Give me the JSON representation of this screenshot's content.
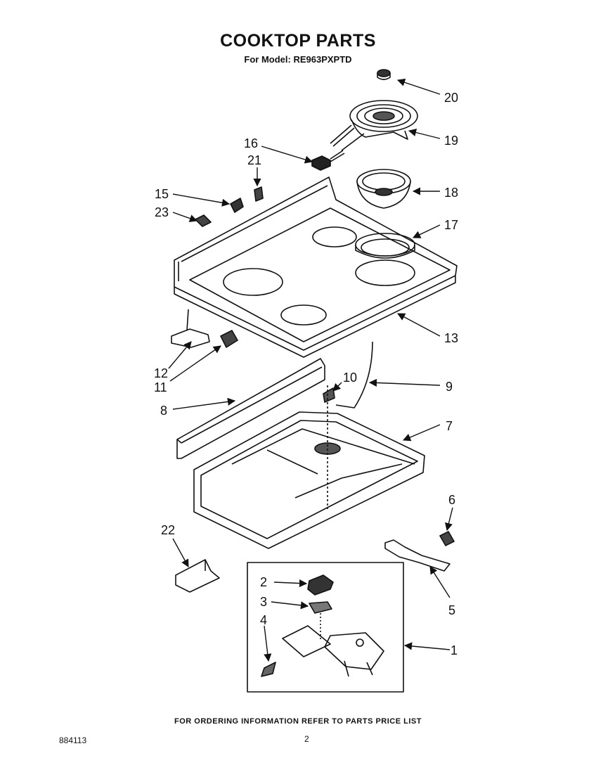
{
  "header": {
    "title": "COOKTOP PARTS",
    "subtitle": "For Model: RE963PXPTD"
  },
  "callouts": [
    {
      "id": "c20",
      "label": "20"
    },
    {
      "id": "c19",
      "label": "19"
    },
    {
      "id": "c16",
      "label": "16"
    },
    {
      "id": "c21",
      "label": "21"
    },
    {
      "id": "c18",
      "label": "18"
    },
    {
      "id": "c15",
      "label": "15"
    },
    {
      "id": "c23",
      "label": "23"
    },
    {
      "id": "c17",
      "label": "17"
    },
    {
      "id": "c13",
      "label": "13"
    },
    {
      "id": "c12",
      "label": "12"
    },
    {
      "id": "c11",
      "label": "11"
    },
    {
      "id": "c10",
      "label": "10"
    },
    {
      "id": "c9",
      "label": "9"
    },
    {
      "id": "c8",
      "label": "8"
    },
    {
      "id": "c7",
      "label": "7"
    },
    {
      "id": "c6",
      "label": "6"
    },
    {
      "id": "c22",
      "label": "22"
    },
    {
      "id": "c5",
      "label": "5"
    },
    {
      "id": "c2",
      "label": "2"
    },
    {
      "id": "c3",
      "label": "3"
    },
    {
      "id": "c4",
      "label": "4"
    },
    {
      "id": "c1",
      "label": "1"
    }
  ],
  "footer": {
    "note": "FOR ORDERING INFORMATION REFER TO PARTS PRICE LIST",
    "doc_number": "884113",
    "page_number": "2"
  }
}
